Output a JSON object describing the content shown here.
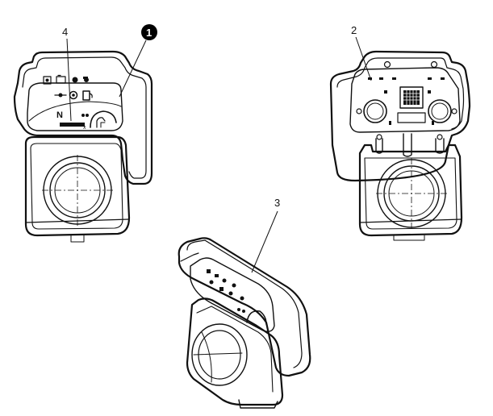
{
  "callouts": {
    "one": "1",
    "two": "2",
    "three": "3",
    "four": "4"
  },
  "panel_text": {
    "neutral": "N"
  },
  "colors": {
    "line": "#111111",
    "background": "#ffffff",
    "callout_fill": "#000000"
  },
  "icons": [
    "engine-start-icon",
    "battery-icon",
    "lamp-icon",
    "tractor-icon",
    "key-icon",
    "brake-icon",
    "fuel-icon",
    "gauge-icon"
  ]
}
